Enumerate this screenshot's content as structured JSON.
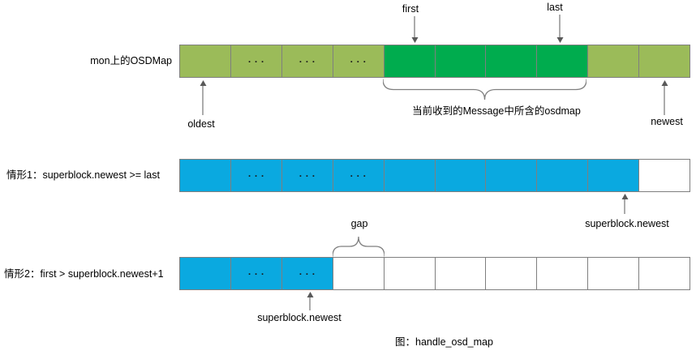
{
  "colors": {
    "light_green": "#9BBB59",
    "dark_green": "#00AC4E",
    "blue": "#0AA9E0",
    "white": "#FFFFFF",
    "segment_border": "#7F7F7F",
    "annotation": "#595959",
    "dots": "#1A1A1A"
  },
  "rows": [
    {
      "label": "mon上的OSDMap",
      "segments": [
        {
          "color": "light_green",
          "text": ""
        },
        {
          "color": "light_green",
          "text": "···"
        },
        {
          "color": "light_green",
          "text": "···"
        },
        {
          "color": "light_green",
          "text": "···"
        },
        {
          "color": "dark_green",
          "text": ""
        },
        {
          "color": "dark_green",
          "text": ""
        },
        {
          "color": "dark_green",
          "text": ""
        },
        {
          "color": "dark_green",
          "text": ""
        },
        {
          "color": "light_green",
          "text": ""
        },
        {
          "color": "light_green",
          "text": ""
        }
      ]
    },
    {
      "label": "情形1：superblock.newest >= last",
      "segments": [
        {
          "color": "blue",
          "text": ""
        },
        {
          "color": "blue",
          "text": "···"
        },
        {
          "color": "blue",
          "text": "···"
        },
        {
          "color": "blue",
          "text": "···"
        },
        {
          "color": "blue",
          "text": ""
        },
        {
          "color": "blue",
          "text": ""
        },
        {
          "color": "blue",
          "text": ""
        },
        {
          "color": "blue",
          "text": ""
        },
        {
          "color": "blue",
          "text": ""
        },
        {
          "color": "white",
          "text": ""
        }
      ]
    },
    {
      "label": "情形2：first > superblock.newest+1",
      "segments": [
        {
          "color": "blue",
          "text": ""
        },
        {
          "color": "blue",
          "text": "···"
        },
        {
          "color": "blue",
          "text": "···"
        },
        {
          "color": "white",
          "text": ""
        },
        {
          "color": "white",
          "text": ""
        },
        {
          "color": "white",
          "text": ""
        },
        {
          "color": "white",
          "text": ""
        },
        {
          "color": "white",
          "text": ""
        },
        {
          "color": "white",
          "text": ""
        },
        {
          "color": "white",
          "text": ""
        }
      ]
    }
  ],
  "annotations": {
    "first": "first",
    "last": "last",
    "oldest": "oldest",
    "newest": "newest",
    "message_range": "当前收到的Message中所含的osdmap",
    "case1_pointer": "superblock.newest",
    "gap": "gap",
    "case2_pointer": "superblock.newest"
  },
  "caption": "图：handle_osd_map"
}
